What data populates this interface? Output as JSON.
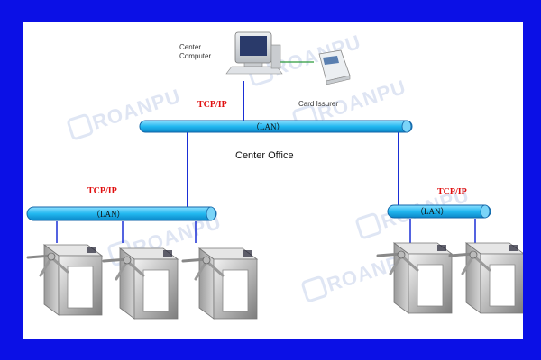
{
  "colors": {
    "frame": "#0b10e6",
    "background": "#ffffff",
    "bus_fill": "#22b8f0",
    "link_line": "#1a2fd6",
    "peer_link": "#2a9a3a",
    "protocol_text": "#e01010"
  },
  "nodes": {
    "center_computer": {
      "label_line1": "Center",
      "label_line2": "Computer",
      "icon": "desktop-computer-icon"
    },
    "card_issuer": {
      "label": "Card Issurer",
      "icon": "card-reader-icon"
    }
  },
  "networks": {
    "center": {
      "protocol": "TCP/IP",
      "bus_label": "（LAN）",
      "area_label": "Center Office"
    },
    "left": {
      "protocol": "TCP/IP",
      "bus_label": "（LAN）"
    },
    "right": {
      "protocol": "TCP/IP",
      "bus_label": "（LAN）"
    }
  },
  "turnstiles": {
    "left_group": [
      {
        "icon": "tripod-turnstile-icon"
      },
      {
        "icon": "tripod-turnstile-icon"
      },
      {
        "icon": "tripod-turnstile-icon"
      }
    ],
    "right_group": [
      {
        "icon": "tripod-turnstile-icon"
      },
      {
        "icon": "tripod-turnstile-icon"
      }
    ]
  },
  "watermark": {
    "text": "ROANPU"
  }
}
